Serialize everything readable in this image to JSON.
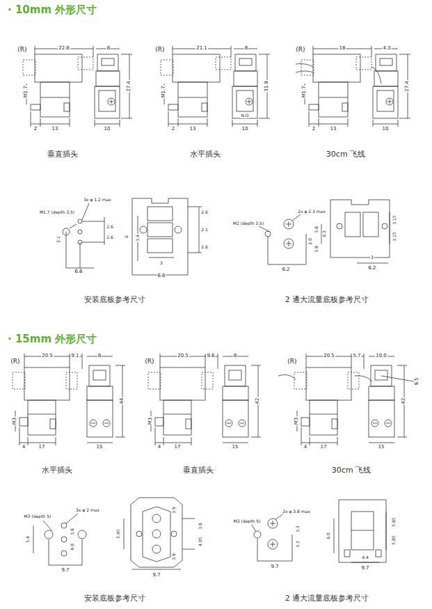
{
  "diagram": {
    "labels": [
      "· 10mm 外形尺寸",
      "(R)",
      "22.8",
      "8",
      "M1.7",
      "27.4",
      "2",
      "13",
      "10",
      "垂直插头",
      "(R)",
      "21.1",
      "8",
      "M1.7",
      "31.9",
      "N.O",
      "2",
      "13",
      "10",
      "水平插头",
      "(R)",
      "18",
      "4.3",
      "M1.7",
      "27.4",
      "2",
      "13",
      "10",
      "30cm 飞线",
      "3x φ 1.2 max",
      "M1.7 (depth 3.5)",
      "2.6",
      "2.6",
      "2.1",
      "6.6",
      "2.6",
      "2.1",
      "2.6",
      "3.4",
      "6",
      "3",
      "6.6",
      "安装底板参考尺寸",
      "2x φ 2.3 max",
      "M2 (depth 3.5)",
      "3.8",
      "2.0",
      "3.8",
      "6.2",
      "3.15",
      "6.3",
      "3.15",
      "3",
      "6.2",
      "2 通大流量底板参考尺寸",
      "· 15mm 外形尺寸",
      "(R)",
      "20.5",
      "9.1",
      "8",
      "M3",
      "44",
      "4",
      "17",
      "15",
      "水平插头",
      "(R)",
      "20.5",
      "9.6",
      "8",
      "M3",
      "42",
      "4",
      "17",
      "15",
      "垂直插头",
      "(R)",
      "20.5",
      "5.7",
      "10.0",
      "9.5",
      "M3",
      "42",
      "4",
      "17",
      "15",
      "30cm 飞线",
      "3x φ 2 max",
      "M3 (depth 5)",
      "5.4",
      "3.8",
      "4.0",
      "9.7",
      "5.45",
      "3.9",
      "3.8",
      "4.05",
      "3.9",
      "9.7",
      "安装底板参考尺寸",
      "2x φ 3.8 max",
      "M3 (depth 5)",
      "3.3",
      "3.3",
      "9.7",
      "5.85",
      "5.85",
      "6.0",
      "4.4",
      "9.7",
      "2 通大流量底板参考尺寸"
    ]
  }
}
